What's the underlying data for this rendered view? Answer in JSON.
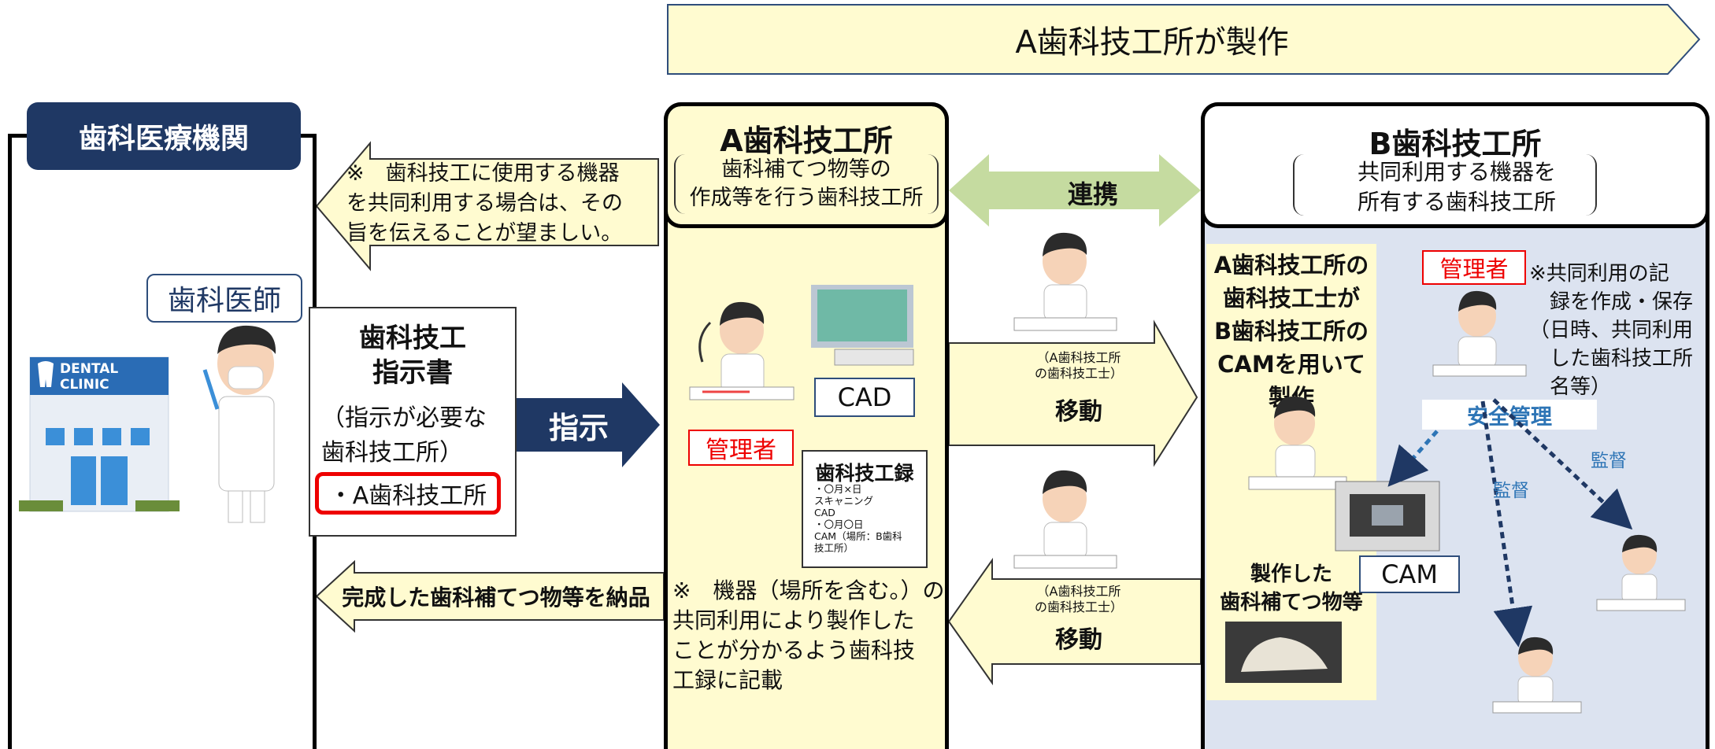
{
  "banner": {
    "text": "A歯科技工所が製作"
  },
  "clinic": {
    "title": "歯科医療機関",
    "dentist_label": "歯科医師",
    "building_sign": "DENTAL CLINIC"
  },
  "notes": {
    "consent": "※　歯科技工に使用する機器\nを共同利用する場合は、その\n旨を伝えることが望ましい。",
    "delivery": "完成した歯科補てつ物等を納品",
    "instruction_arrow": "指示"
  },
  "instruction_sheet": {
    "title": "歯科技工\n指示書",
    "note": "（指示が必要な\n歯科技工所）",
    "lab": "・A歯科技工所"
  },
  "a_lab": {
    "title": "A歯科技工所",
    "subtitle": "歯科補てつ物等の\n作成等を行う歯科技工所",
    "cad_label": "CAD",
    "manager_label": "管理者",
    "record_title": "歯科技工録",
    "record_body": "・〇月×日\nスキャニング\nCAD\n・〇月〇日\nCAM（場所：B歯科\n技工所）",
    "note": "※　機器（場所を含む。）の\n共同利用により製作した\nことが分かるよう歯科技\n工録に記載"
  },
  "middle": {
    "collab": "連携",
    "move1_small": "（A歯科技工所\nの歯科技工士）",
    "move1_big": "移動",
    "move2_small": "（A歯科技工所\nの歯科技工士）",
    "move2_big": "移動"
  },
  "b_lab": {
    "title": "B歯科技工所",
    "subtitle": "共同利用する機器を\n所有する歯科技工所",
    "description": "A歯科技工所の\n歯科技工士が\nB歯科技工所の\nCAMを用いて\n製作",
    "made_label": "製作した\n歯科補てつ物等",
    "cam_label": "CAM",
    "manager_label": "管理者",
    "manager_note": "※共同利用の記\n　録を作成・保存\n（日時、共同利用\n　した歯科技工所\n　名等）",
    "safety": "安全管理",
    "supervise1": "監督",
    "supervise2": "監督"
  },
  "colors": {
    "navy": "#1f3864",
    "pale_yellow": "#fffbd0",
    "pale_blue": "#dce3f0",
    "green_arrow": "#c5dba0",
    "red": "#e00000",
    "blue_text": "#2e75b6"
  }
}
